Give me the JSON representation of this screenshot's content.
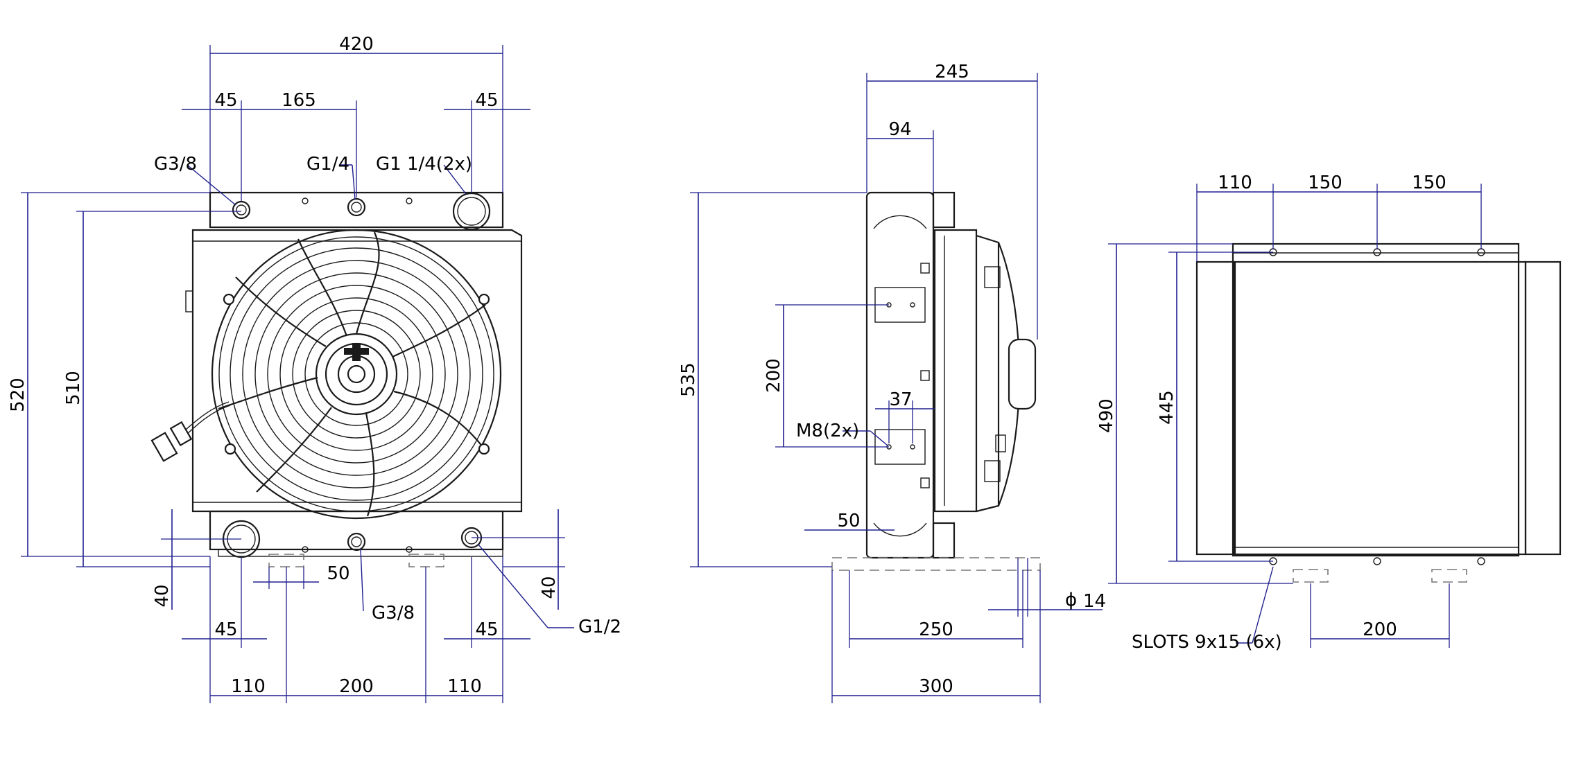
{
  "front_view": {
    "dims": {
      "overall_width": "420",
      "left_offset_top": "45",
      "g14_offset": "165",
      "right_offset_top": "45",
      "height_total": "520",
      "height_core": "510",
      "bottom_40_left": "40",
      "bottom_40_right": "40",
      "center_50": "50",
      "left_offset_bottom": "45",
      "right_offset_bottom": "45",
      "bottom_110_left": "110",
      "bottom_200": "200",
      "bottom_110_right": "110"
    },
    "callouts": {
      "g38_top": "G3/8",
      "g14": "G1/4",
      "g1_14": "G1 1/4(2x)",
      "g38_bottom": "G3/8",
      "g12": "G1/2"
    }
  },
  "side_view": {
    "dims": {
      "depth_total": "245",
      "depth_94": "94",
      "height_535": "535",
      "mount_200": "200",
      "mount_37": "37",
      "offset_50": "50",
      "foot_250": "250",
      "foot_300": "300",
      "hole_dia": "14"
    },
    "symbols": {
      "diameter": "ϕ"
    },
    "callouts": {
      "m8": "M8(2x)"
    }
  },
  "top_view": {
    "dims": {
      "top_110": "110",
      "top_150_a": "150",
      "top_150_b": "150",
      "height_490": "490",
      "height_445": "445",
      "bottom_200": "200"
    },
    "callouts": {
      "slots": "SLOTS 9x15 (6x)"
    }
  },
  "colors": {
    "dimension": "#1f1f8f",
    "part": "#1a1a1a",
    "background": "#ffffff"
  }
}
